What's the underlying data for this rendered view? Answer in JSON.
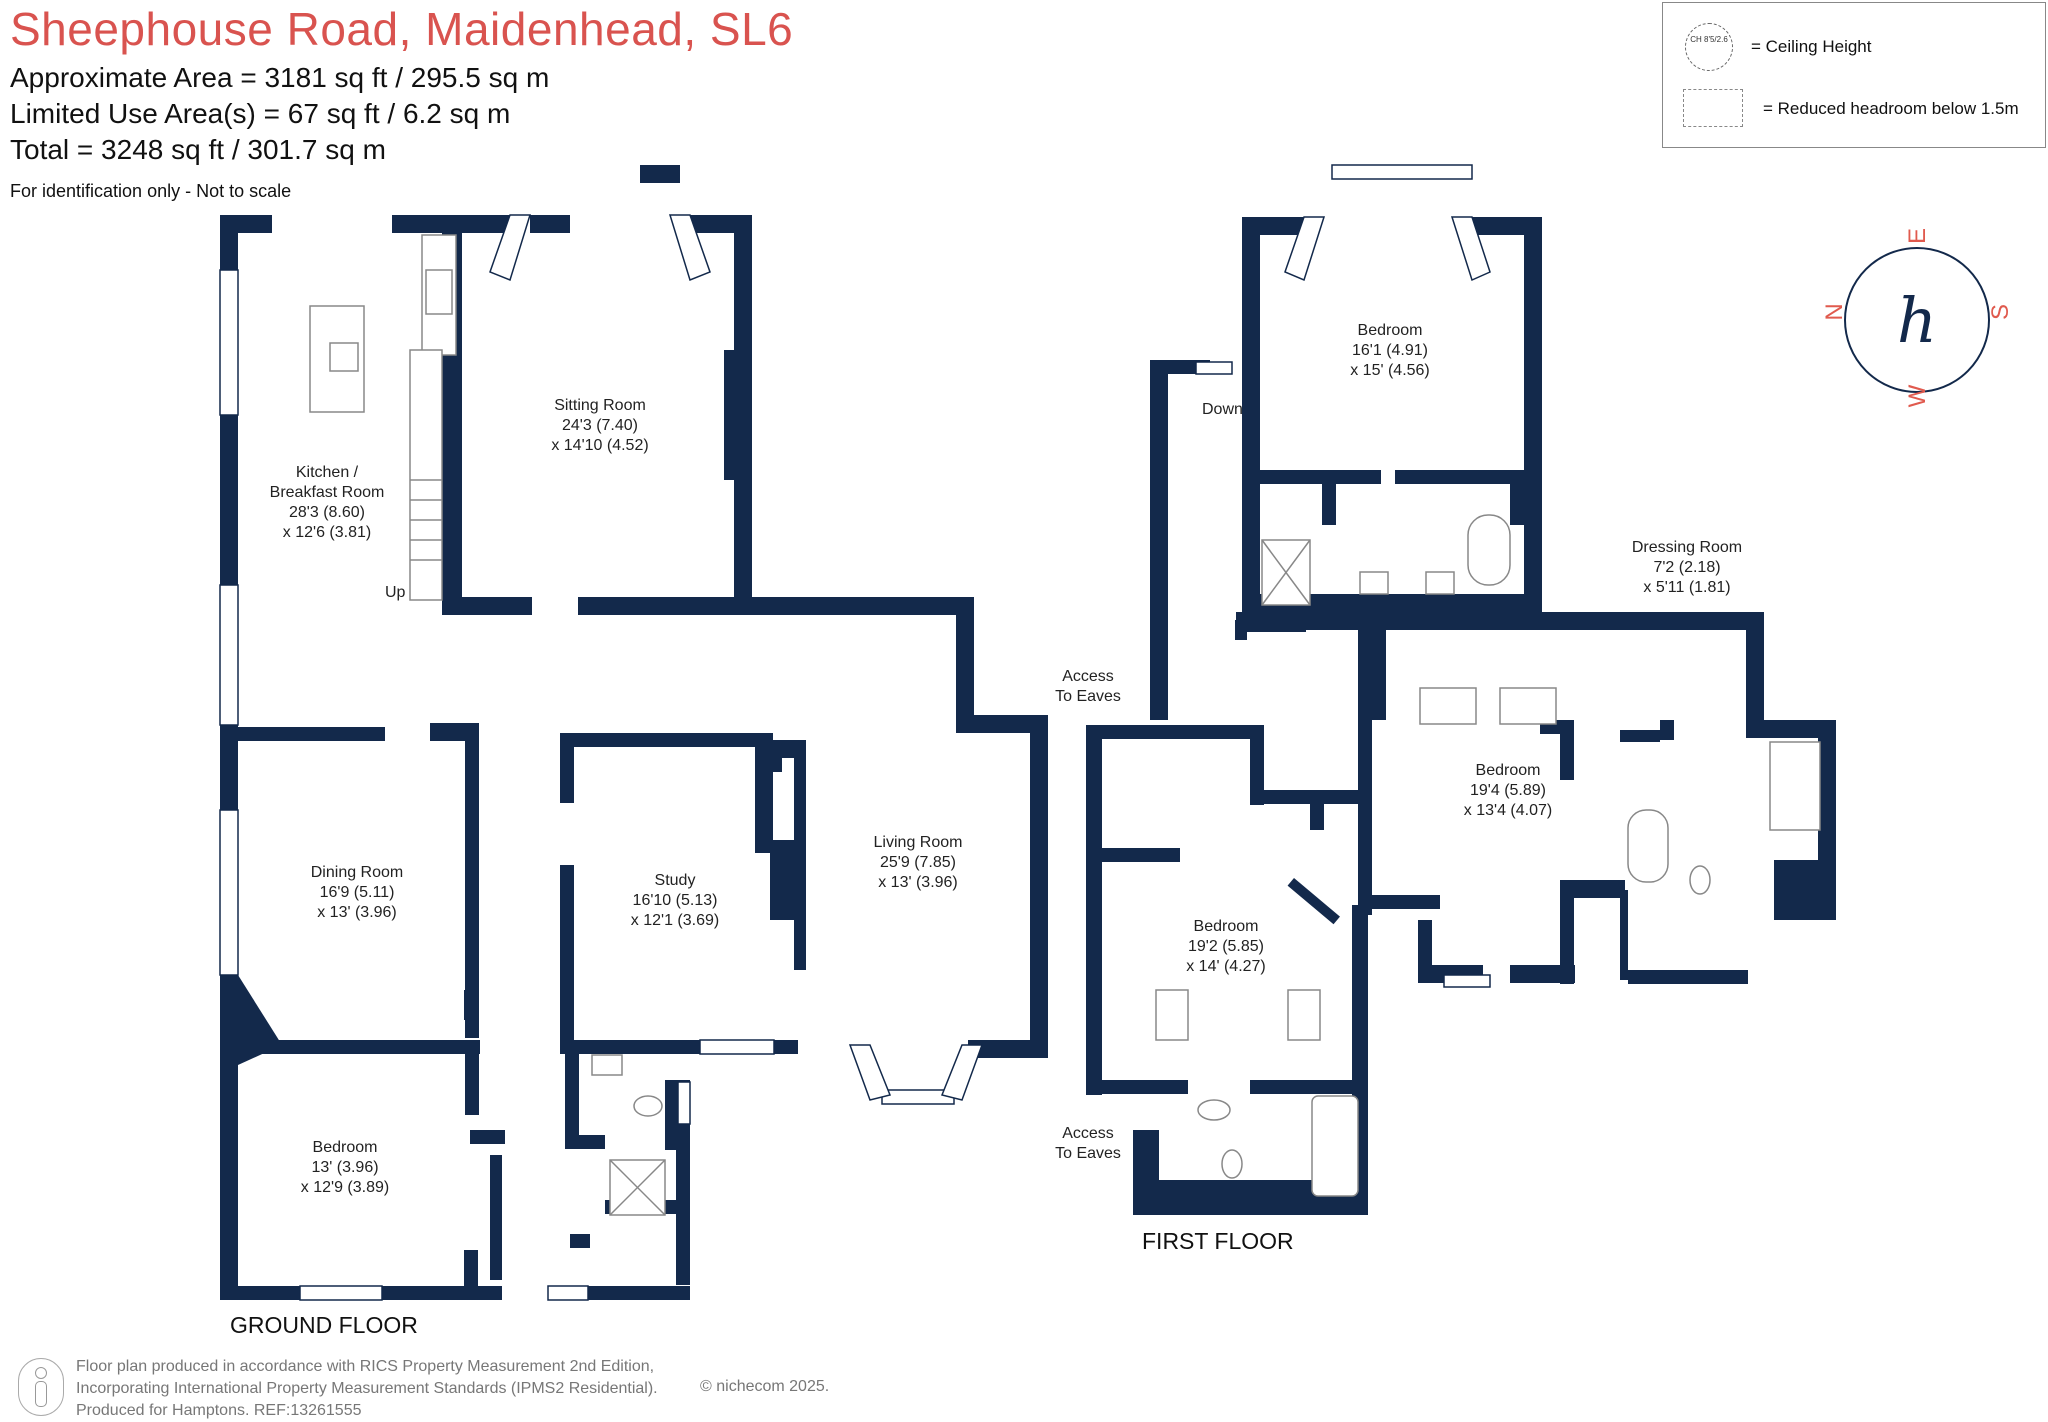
{
  "header": {
    "title": "Sheephouse Road, Maidenhead, SL6",
    "area_lines": [
      "Approximate Area = 3181 sq ft / 295.5 sq m",
      "Limited Use Area(s) = 67 sq ft / 6.2 sq m",
      "Total = 3248 sq ft / 301.7 sq m"
    ],
    "note": "For identification only - Not to scale"
  },
  "legend": {
    "ceiling_height_label": "= Ceiling Height",
    "ceiling_height_sample": "CH 8'5/2.6",
    "reduced_headroom_label": "= Reduced headroom below 1.5m"
  },
  "compass": {
    "n": "N",
    "e": "E",
    "s": "S",
    "w": "W",
    "logo": "h"
  },
  "floors": {
    "ground": "GROUND FLOOR",
    "first": "FIRST FLOOR"
  },
  "rooms": {
    "kitchen": [
      "Kitchen /",
      "Breakfast Room",
      "28'3 (8.60)",
      "x 12'6 (3.81)"
    ],
    "sitting": [
      "Sitting Room",
      "24'3 (7.40)",
      "x 14'10 (4.52)"
    ],
    "dining": [
      "Dining Room",
      "16'9 (5.11)",
      "x 13' (3.96)"
    ],
    "study": [
      "Study",
      "16'10 (5.13)",
      "x 12'1 (3.69)"
    ],
    "living": [
      "Living Room",
      "25'9 (7.85)",
      "x 13' (3.96)"
    ],
    "bedroom_ground": [
      "Bedroom",
      "13' (3.96)",
      "x 12'9 (3.89)"
    ],
    "bedroom_first_top": [
      "Bedroom",
      "16'1 (4.91)",
      "x 15' (4.56)"
    ],
    "dressing": [
      "Dressing Room",
      "7'2 (2.18)",
      "x 5'11 (1.81)"
    ],
    "bedroom_first_mid": [
      "Bedroom",
      "19'4 (5.89)",
      "x 13'4 (4.07)"
    ],
    "bedroom_first_left": [
      "Bedroom",
      "19'2 (5.85)",
      "x 14' (4.27)"
    ]
  },
  "labels": {
    "up": "Up",
    "down": "Down",
    "eaves1": [
      "Access",
      "To Eaves"
    ],
    "eaves2": [
      "Access",
      "To Eaves"
    ]
  },
  "footer": {
    "lines": [
      "Floor plan produced in accordance with RICS Property Measurement 2nd Edition,",
      "Incorporating International Property Measurement Standards (IPMS2 Residential).",
      "Produced for Hamptons.   REF:13261555"
    ],
    "copyright": "© nichecom 2025."
  },
  "colors": {
    "wall": "#13294b",
    "title": "#d9534f",
    "accent": "#e05a4e"
  }
}
